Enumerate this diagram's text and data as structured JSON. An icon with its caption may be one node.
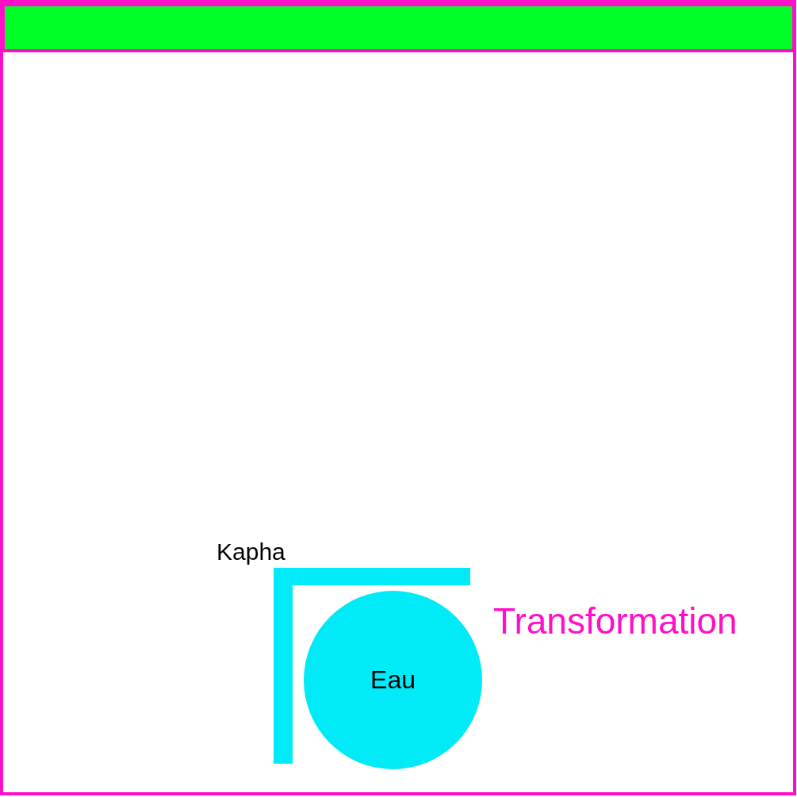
{
  "diagram": {
    "nodes": [
      {
        "text": [
          "Eau"
        ]
      }
    ],
    "labels": [
      "Kapha",
      "Transformation"
    ]
  }
}
